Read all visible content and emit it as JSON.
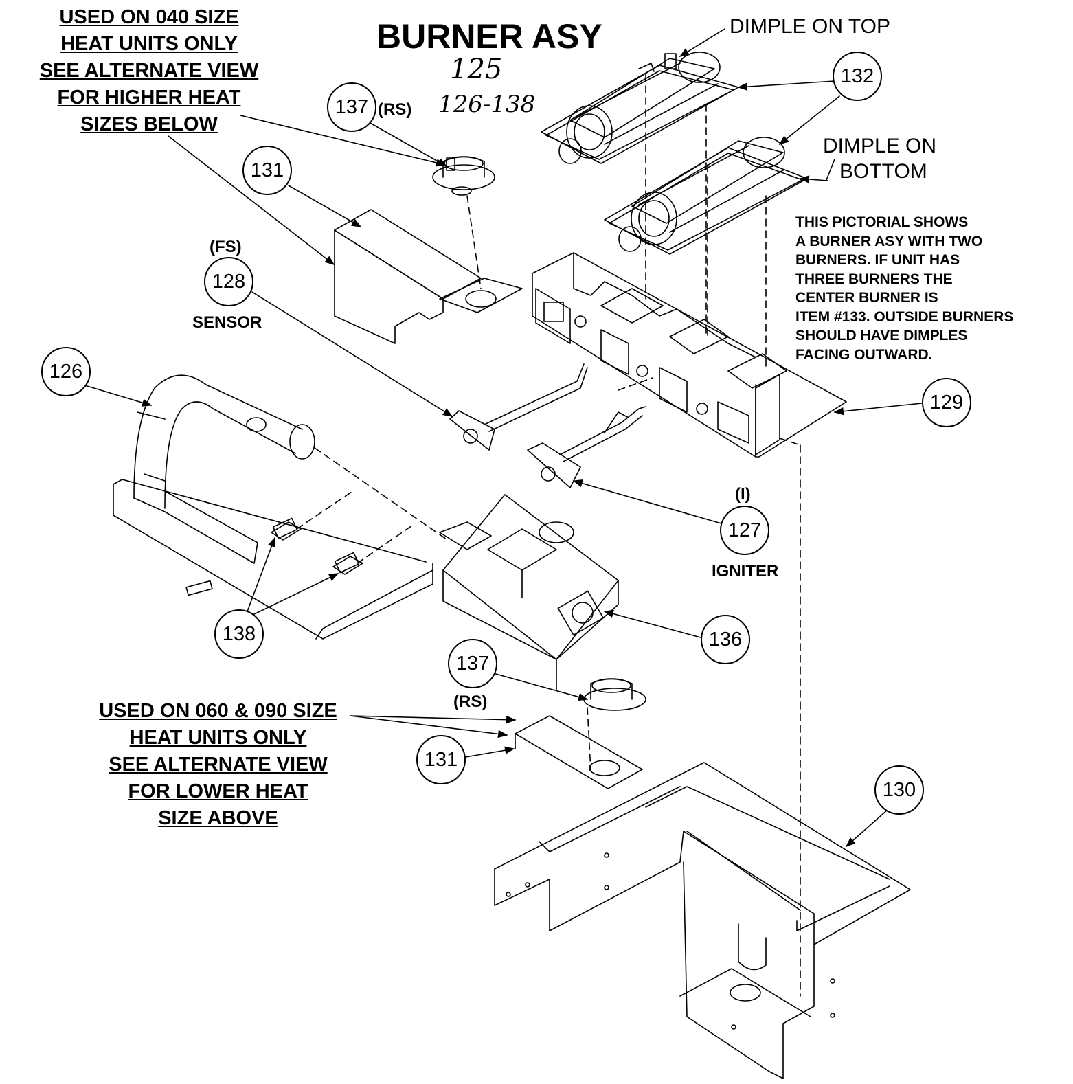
{
  "title": "BURNER ASY",
  "handwritten": {
    "line1": "125",
    "line2": "126-138"
  },
  "note_top": [
    "USED ON 040 SIZE",
    "HEAT UNITS ONLY",
    "SEE ALTERNATE VIEW",
    "FOR HIGHER HEAT",
    "SIZES BELOW"
  ],
  "note_bottom": [
    "USED ON 060 & 090 SIZE",
    "HEAT UNITS ONLY",
    "SEE ALTERNATE VIEW",
    "FOR LOWER HEAT",
    "SIZE ABOVE"
  ],
  "pictorial_note": [
    "THIS PICTORIAL SHOWS",
    "A BURNER ASY WITH TWO",
    "BURNERS. IF UNIT HAS",
    "THREE BURNERS THE",
    "CENTER BURNER IS",
    "ITEM #133. OUTSIDE BURNERS",
    "SHOULD HAVE DIMPLES",
    "FACING OUTWARD."
  ],
  "labels": {
    "dimple_top": "DIMPLE ON TOP",
    "dimple_bottom_1": "DIMPLE ON",
    "dimple_bottom_2": "BOTTOM",
    "rs_top": "(RS)",
    "rs_bottom": "(RS)",
    "fs": "(FS)",
    "sensor": "SENSOR",
    "i": "(I)",
    "igniter": "IGNITER"
  },
  "callouts": {
    "c126": "126",
    "c127": "127",
    "c128": "128",
    "c129": "129",
    "c130": "130",
    "c131_top": "131",
    "c131_bottom": "131",
    "c132": "132",
    "c136": "136",
    "c137_top": "137",
    "c137_bottom": "137",
    "c138": "138"
  }
}
